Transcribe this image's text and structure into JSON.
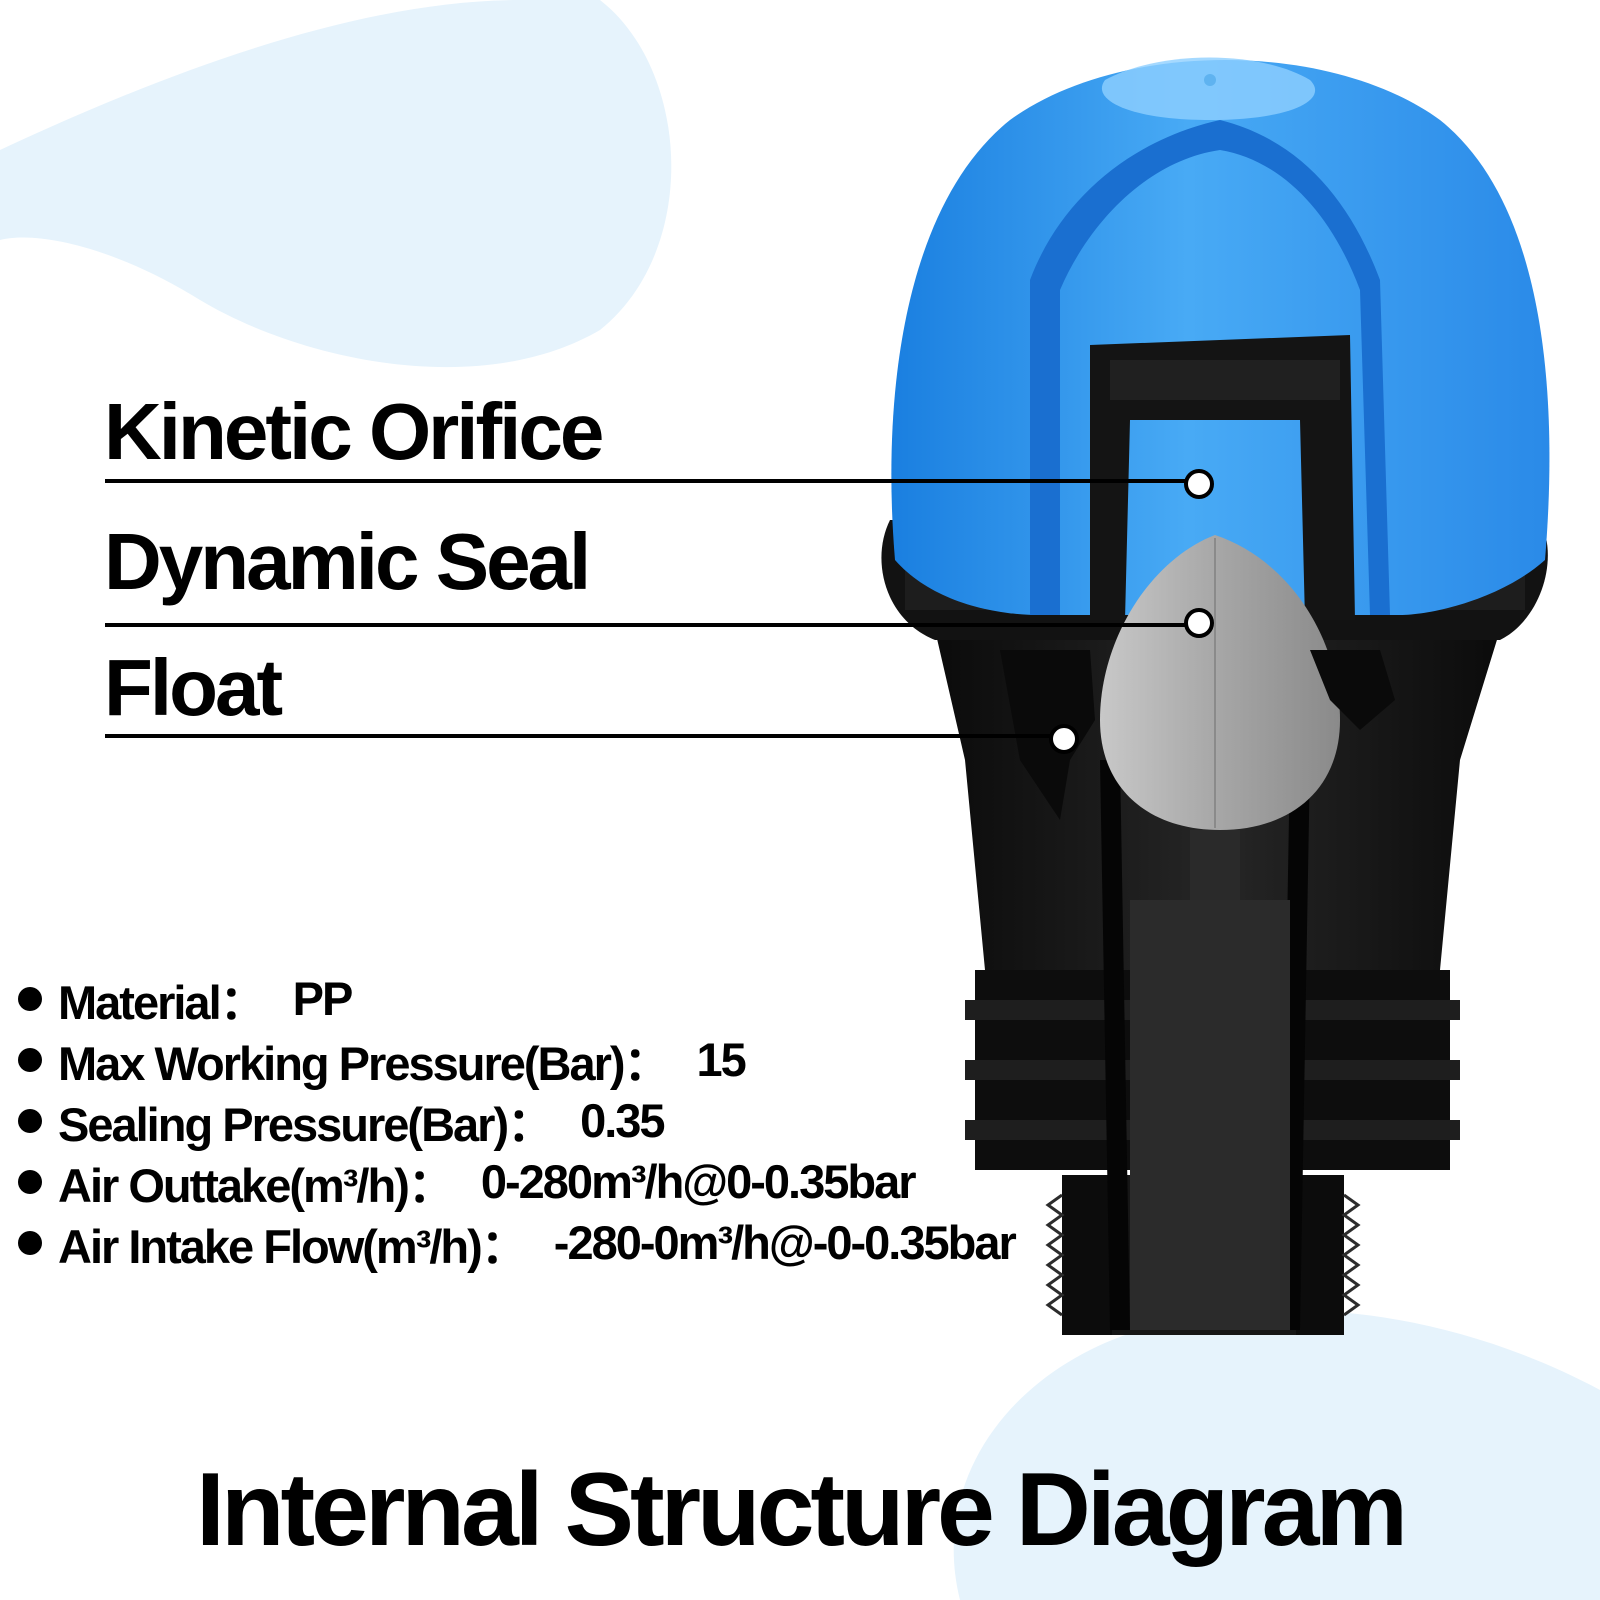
{
  "title": "Internal Structure Diagram",
  "callouts": [
    {
      "label": "Kinetic Orifice"
    },
    {
      "label": "Dynamic Seal"
    },
    {
      "label": "Float"
    }
  ],
  "specs": [
    {
      "label": "Material：",
      "value": "PP"
    },
    {
      "label": "Max Working Pressure(Bar)：",
      "value": "15"
    },
    {
      "label": "Sealing Pressure(Bar)：",
      "value": "0.35"
    },
    {
      "label": "Air Outtake(m³/h)：",
      "value": "0-280m³/h@0-0.35bar"
    },
    {
      "label": "Air Intake Flow(m³/h)：",
      "value": "-280-0m³/h@-0-0.35bar"
    }
  ],
  "colors": {
    "cap_blue": "#3aa0f0",
    "cap_blue_light": "#8fd0ff",
    "cap_blue_dark": "#1a6fd0",
    "body_black": "#111111",
    "float_gray": "#a8a8a8",
    "blob_blue": "#e6f3fc"
  }
}
